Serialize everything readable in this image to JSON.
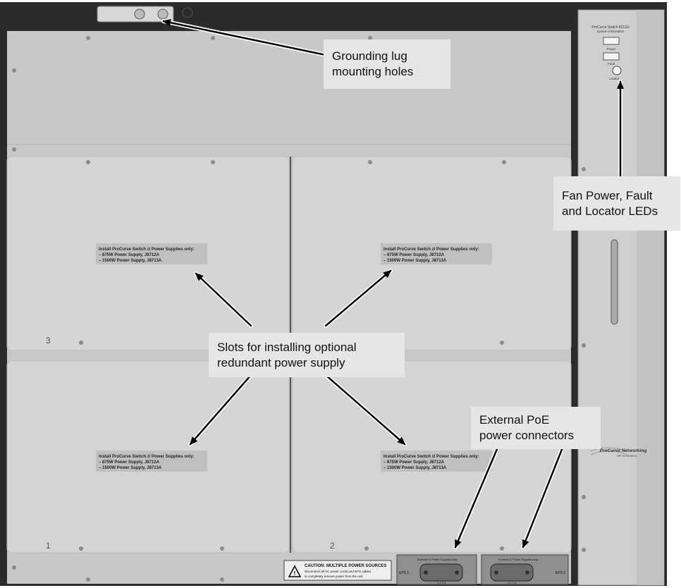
{
  "callouts": {
    "grounding": {
      "line1": "Grounding lug",
      "line2": "mounting holes"
    },
    "fan_leds": {
      "line1": "Fan Power, Fault",
      "line2": "and Locator LEDs"
    },
    "slots": {
      "line1": "Slots for installing optional",
      "line2": "redundant power supply"
    },
    "poe": {
      "line1": "External PoE",
      "line2": "power connectors"
    }
  },
  "slot_label": {
    "line1": "Install ProCurve Switch zl Power Supplies only:",
    "line2": "– 875W Power Supply, J8712A",
    "line3": "– 1500W Power Supply, J8713A"
  },
  "slot_numbers": {
    "top_left": "3",
    "bottom_left": "1",
    "bottom_right": "2"
  },
  "fan_panel": {
    "title": "ProCurve Switch 8212zl",
    "subtitle": "System Information",
    "power_label": "Power",
    "fault_label": "Fault",
    "locator_label": "Locator",
    "brand": "ProCurve Networking",
    "brand_sub": "HP Innovation"
  },
  "caution": {
    "title": "CAUTION:  MULTIPLE POWER SOURCES",
    "line1": "Disconnect all AC power cords and EPS cables",
    "line2": "to completely remove power from the unit."
  },
  "eps": {
    "header": "Connect to Power Supplies only",
    "left_label": "EPS 1",
    "right_label": "EPS 2",
    "pins": "1  2  3  4"
  },
  "colors": {
    "frame": "#2b2b2b",
    "chassis": "#c9c9c9",
    "slot_panel": "#d6d6d6",
    "callout_bg": "#e6e6e6"
  }
}
